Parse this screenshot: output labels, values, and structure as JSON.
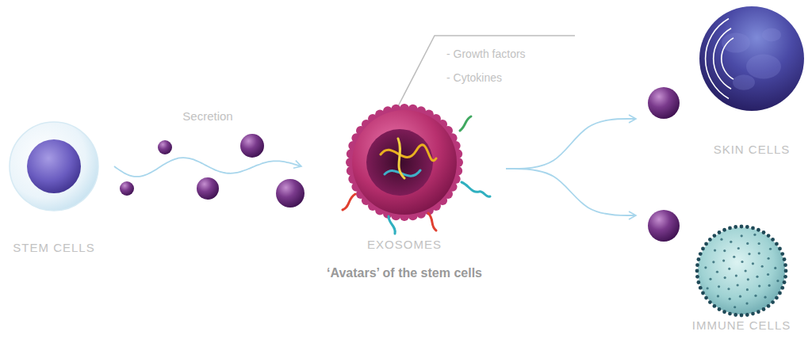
{
  "diagram": {
    "nodes": [
      {
        "text": [
          "STEM CELLS"
        ]
      },
      {
        "text": [
          "EXOSOMES",
          "‘Avatars’ of the stem cells"
        ]
      },
      {
        "text": [
          "SKIN CELLS"
        ]
      },
      {
        "text": [
          "IMMUNE CELLS"
        ]
      }
    ],
    "edges": [
      {
        "from": 0,
        "to": 1,
        "label": "Secretion",
        "arrow": "to"
      },
      {
        "from": 1,
        "to": 2,
        "arrow": "to"
      },
      {
        "from": 1,
        "to": 3,
        "arrow": "to"
      }
    ],
    "labels": [
      "- Growth factors",
      "- Cytokines"
    ]
  }
}
